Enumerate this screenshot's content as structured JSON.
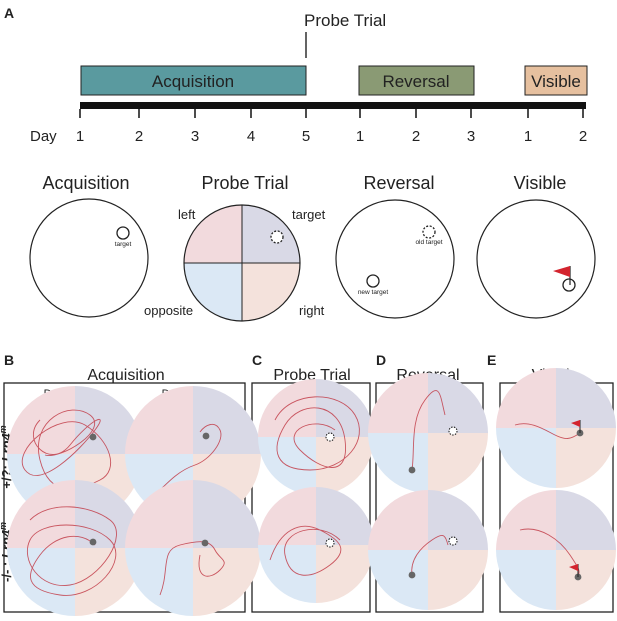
{
  "panels": {
    "a": "A",
    "b": "B",
    "c": "C",
    "d": "D",
    "e": "E"
  },
  "timeline": {
    "probe_label": "Probe Trial",
    "day_label": "Day",
    "phases": [
      {
        "label": "Acquisition",
        "color": "#5a9a9f"
      },
      {
        "label": "Reversal",
        "color": "#8a9a74"
      },
      {
        "label": "Visible",
        "color": "#e6c09f"
      }
    ],
    "ticks": [
      "1",
      "2",
      "3",
      "4",
      "5",
      "1",
      "2",
      "3",
      "1",
      "2"
    ]
  },
  "schematics": [
    {
      "title": "Acquisition",
      "target_label": "target"
    },
    {
      "title": "Probe Trial",
      "quadrants": {
        "left": "left",
        "target": "target",
        "opposite": "opposite",
        "right": "right"
      }
    },
    {
      "title": "Reversal",
      "old_target": "old target",
      "new_target": "new target"
    },
    {
      "title": "Visible"
    }
  ],
  "results": {
    "acquisition": {
      "title": "Acquisition",
      "day_labels": [
        "Day 1",
        "Day 4"
      ]
    },
    "probe": {
      "title": "Probe Trial"
    },
    "reversal": {
      "title": "Reversal"
    },
    "visible": {
      "title": "Visible"
    },
    "row_labels": {
      "top": {
        "prefix": "+/?; ",
        "gene": "Lrp4",
        "sup": "m"
      },
      "bottom": {
        "prefix": "-/- ; ",
        "gene": "Lrp4",
        "sup": "m"
      }
    }
  },
  "colors": {
    "quad_pink": "#f2dadd",
    "quad_lavender": "#d9d9e6",
    "quad_blue": "#dbe8f5",
    "quad_peach": "#f4e2dc",
    "path_red": "#c23d49",
    "flag_red": "#d3242e",
    "platform_gray": "#666666"
  }
}
